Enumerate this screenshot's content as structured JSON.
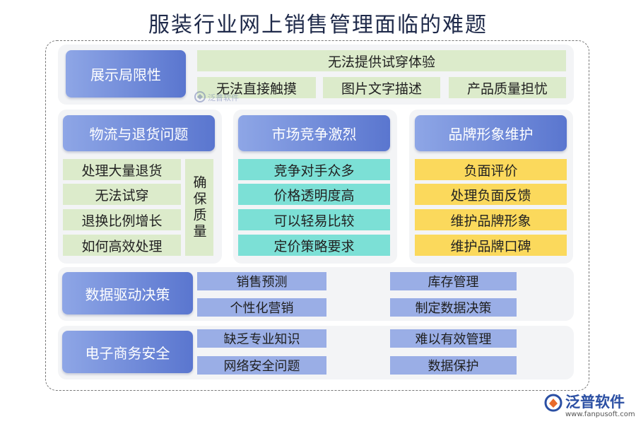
{
  "title": "服装行业网上销售管理面临的难题",
  "display": {
    "header": "展示局限性",
    "top": "无法提供试穿体验",
    "items": [
      "无法直接触摸",
      "图片文字描述",
      "产品质量担忧"
    ]
  },
  "logistics": {
    "header": "物流与退货问题",
    "items": [
      "处理大量退货",
      "无法试穿",
      "退换比例增长",
      "如何高效处理"
    ],
    "side": "确保质量"
  },
  "market": {
    "header": "市场竞争激烈",
    "items": [
      "竞争对手众多",
      "价格透明度高",
      "可以轻易比较",
      "定价策略要求"
    ]
  },
  "brand": {
    "header": "品牌形象维护",
    "items": [
      "负面评价",
      "处理负面反馈",
      "维护品牌形象",
      "维护品牌口碑"
    ]
  },
  "data_driven": {
    "header": "数据驱动决策",
    "left": [
      "销售预测",
      "个性化营销"
    ],
    "right": [
      "库存管理",
      "制定数据决策"
    ]
  },
  "ecommerce": {
    "header": "电子商务安全",
    "left": [
      "缺乏专业知识",
      "网络安全问题"
    ],
    "right": [
      "难以有效管理",
      "数据保护"
    ]
  },
  "logo": {
    "name": "泛普软件",
    "url": "www.fanpusoft.com",
    "icon": "fanpu-logo-icon",
    "watermark": "泛普软件"
  }
}
